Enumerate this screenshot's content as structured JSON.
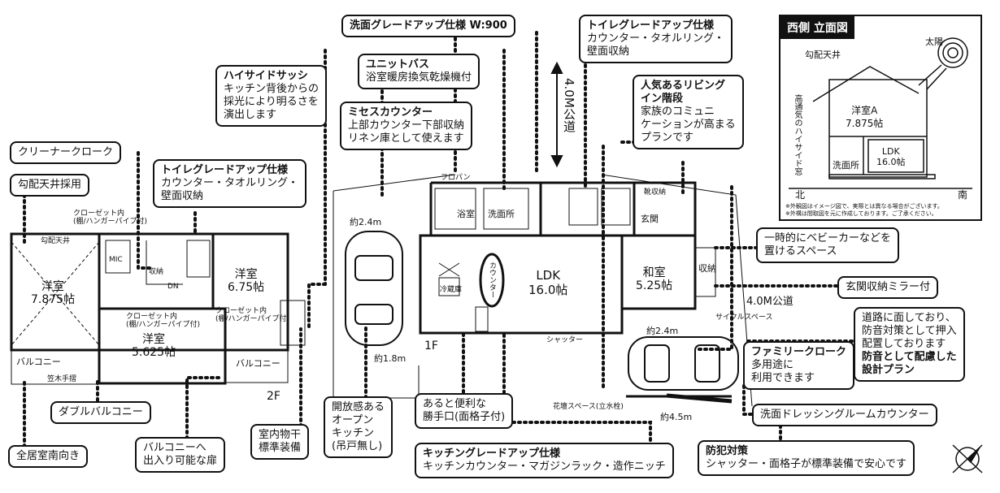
{
  "callouts": {
    "sentaku_w900": "洗面グレードアップ仕様 W:900",
    "toilet_top_t": "トイレグレードアップ仕様",
    "toilet_top_s1": "カウンター・タオルリング・",
    "toilet_top_s2": "壁面収納",
    "unitbath_t": "ユニットバス",
    "unitbath_s": "浴室暖房換気乾燥機付",
    "highside_t": "ハイサイドサッシ",
    "highside_s1": "キッチン背後からの",
    "highside_s2": "採光により明るさを",
    "highside_s3": "演出します",
    "misses_t": "ミセスカウンター",
    "misses_s1": "上部カウンター下部収納",
    "misses_s2": "リネン庫として使えます",
    "living_t1": "人気あるリビング",
    "living_t2": "イン階段",
    "living_s1": "家族のコミュニ",
    "living_s2": "ケーションが高まる",
    "living_s3": "プランです",
    "cleaner": "クリーナークローク",
    "koubai": "勾配天井採用",
    "toilet_2f_t": "トイレグレードアップ仕様",
    "toilet_2f_s1": "カウンター・タオルリング・",
    "toilet_2f_s2": "壁面収納",
    "stroller1": "一時的にベビーカーなどを",
    "stroller2": "置けるスペース",
    "mirror": "玄関収納ミラー付",
    "road_right1": "道路に面しており、",
    "road_right2": "防音対策として押入",
    "road_right3": "配置しております",
    "road_right4": "防音として配慮した",
    "road_right5": "設計プラン",
    "family_t": "ファミリークローク",
    "family_s1": "多用途に",
    "family_s2": "利用できます",
    "dressing": "洗面ドレッシングルームカウンター",
    "bouhan_t": "防犯対策",
    "bouhan_s": "シャッター・面格子が標準装備で安心です",
    "kitchen_grade_t": "キッチングレードアップ仕様",
    "kitchen_grade_s": "キッチンカウンター・マガジンラック・造作ニッチ",
    "katteguchi1": "あると便利な",
    "katteguchi2": "勝手口(面格子付)",
    "open_kitchen1": "開放感ある",
    "open_kitchen2": "オープン",
    "open_kitchen3": "キッチン",
    "open_kitchen4": "(吊戸無し)",
    "indoor_dry1": "室内物干",
    "indoor_dry2": "標準装備",
    "balcony_door1": "バルコニーへ",
    "balcony_door2": "出入り可能な扉",
    "double_balcony": "ダブルバルコニー",
    "all_south": "全居室南向き"
  },
  "elevation": {
    "title": "西側 立面図",
    "sun": "太陽",
    "koubai": "勾配天井",
    "highside": "高通気のハイサイド窓",
    "room_upper_name": "洋室A",
    "room_upper_size": "7.875帖",
    "senmenjo": "洗面所",
    "ldk_name": "LDK",
    "ldk_size": "16.0帖",
    "north": "北",
    "south": "南",
    "note1": "※外観図はイメージ図で、実際とは異なる場合がございます。",
    "note2": "※外構は間取図を元に作成しております。ご了承ください。"
  },
  "plan1f": {
    "ldk": "LDK",
    "ldk_size": "16.0帖",
    "washitsu": "和室",
    "washitsu_size": "5.25帖",
    "bath": "浴室",
    "senmen": "洗面所",
    "genkan": "玄関",
    "shuno": "収納",
    "floor": "1F",
    "road": "4.0M公道",
    "road_vert": "4.0M公道",
    "w24a": "約2.4m",
    "w24b": "約2.4m",
    "w18": "約1.8m",
    "w45": "約4.5m",
    "cycle": "サイクルスペース",
    "ext_space": "花壇スペース(立水栓)",
    "furopan": "フロパン",
    "shoes": "靴収納",
    "fridge": "冷蔵庫",
    "counter": "カウンター",
    "shatter": "シャッター"
  },
  "plan2f": {
    "room1": "洋室",
    "room1_size": "7.875帖",
    "room2": "洋室",
    "room2_size": "6.75帖",
    "room3": "洋室",
    "room3_size": "5.625帖",
    "closet1": "クローゼット内",
    "closet1b": "(棚/ハンガーパイプ付)",
    "closet2": "クローゼット内",
    "closet2b": "(棚/ハンガーパイプ付)",
    "closet3": "クローゼット内",
    "closet3b": "(棚/ハンガーパイプ付)",
    "fukinuke": "勾配天井",
    "balcony1": "バルコニー",
    "balcony2": "バルコニー",
    "tesuri": "笠木手摺",
    "mic": "MIC",
    "shuno": "収納",
    "floor": "2F",
    "dn": "DN"
  }
}
